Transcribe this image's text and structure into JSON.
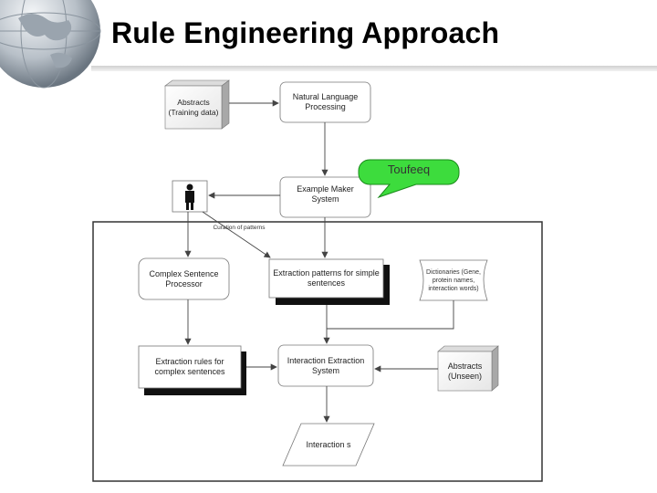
{
  "slide": {
    "title": "Rule Engineering Approach"
  },
  "callout": {
    "text": "Toufeeq"
  },
  "diagram": {
    "abstracts_training": "Abstracts (Training data)",
    "nlp": "Natural Language Processing",
    "example_maker": "Example Maker System",
    "curation": "Curation of patterns",
    "complex_sentence": "Complex Sentence Processor",
    "extraction_patterns": "Extraction patterns for simple sentences",
    "dictionaries": "Dictionaries (Gene, protein names, interaction words)",
    "extraction_rules": "Extraction rules for complex sentences",
    "interaction_extraction": "Interaction Extraction System",
    "abstracts_unseen": "Abstracts (Unseen)",
    "interactions": "Interaction s"
  },
  "colors": {
    "callout_fill": "#3ddc3d",
    "shadow": "#111111",
    "border": "#555555"
  }
}
